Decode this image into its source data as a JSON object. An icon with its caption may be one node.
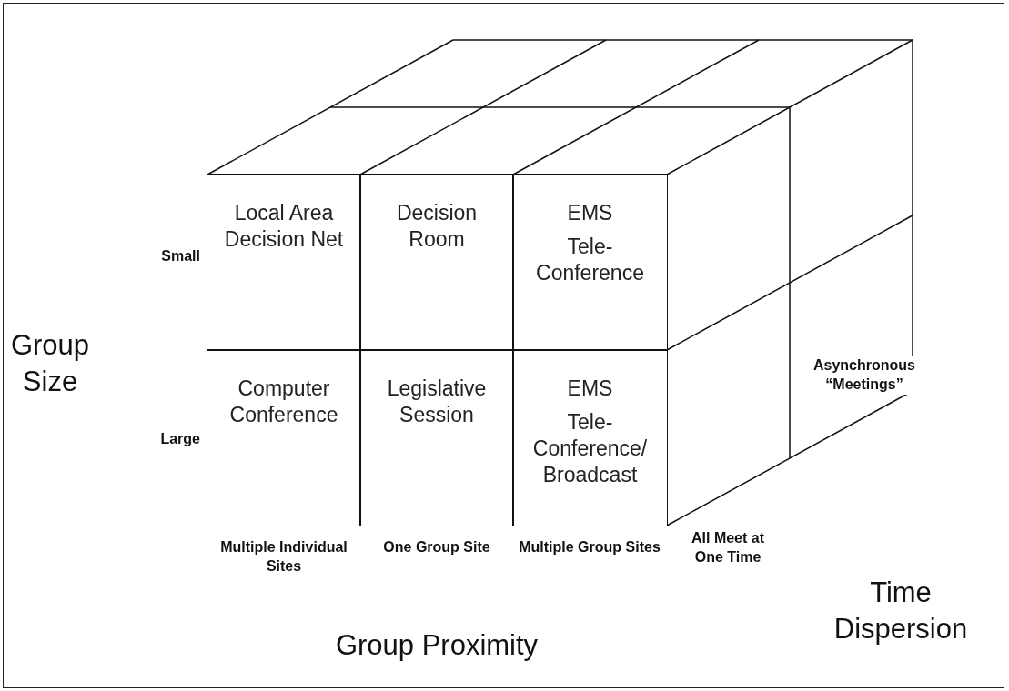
{
  "diagram": {
    "nodes": [
      {
        "text": [
          "Local Area Decision Net"
        ]
      },
      {
        "text": [
          "Decision Room"
        ]
      },
      {
        "text": [
          "EMS",
          "Tele-Conference"
        ]
      },
      {
        "text": [
          "Computer Conference"
        ]
      },
      {
        "text": [
          "Legislative Session"
        ]
      },
      {
        "text": [
          "EMS",
          "Tele-Conference/ Broadcast"
        ]
      }
    ],
    "edges": [],
    "labels": [
      "Small",
      "Group Size",
      "Asynchronous “Meetings”",
      "Large",
      "All Meet at One Time",
      "Time Dispersion",
      "Multiple Individual Sites",
      "One Group Site",
      "Multiple Group Sites",
      "Group Proximity"
    ]
  }
}
